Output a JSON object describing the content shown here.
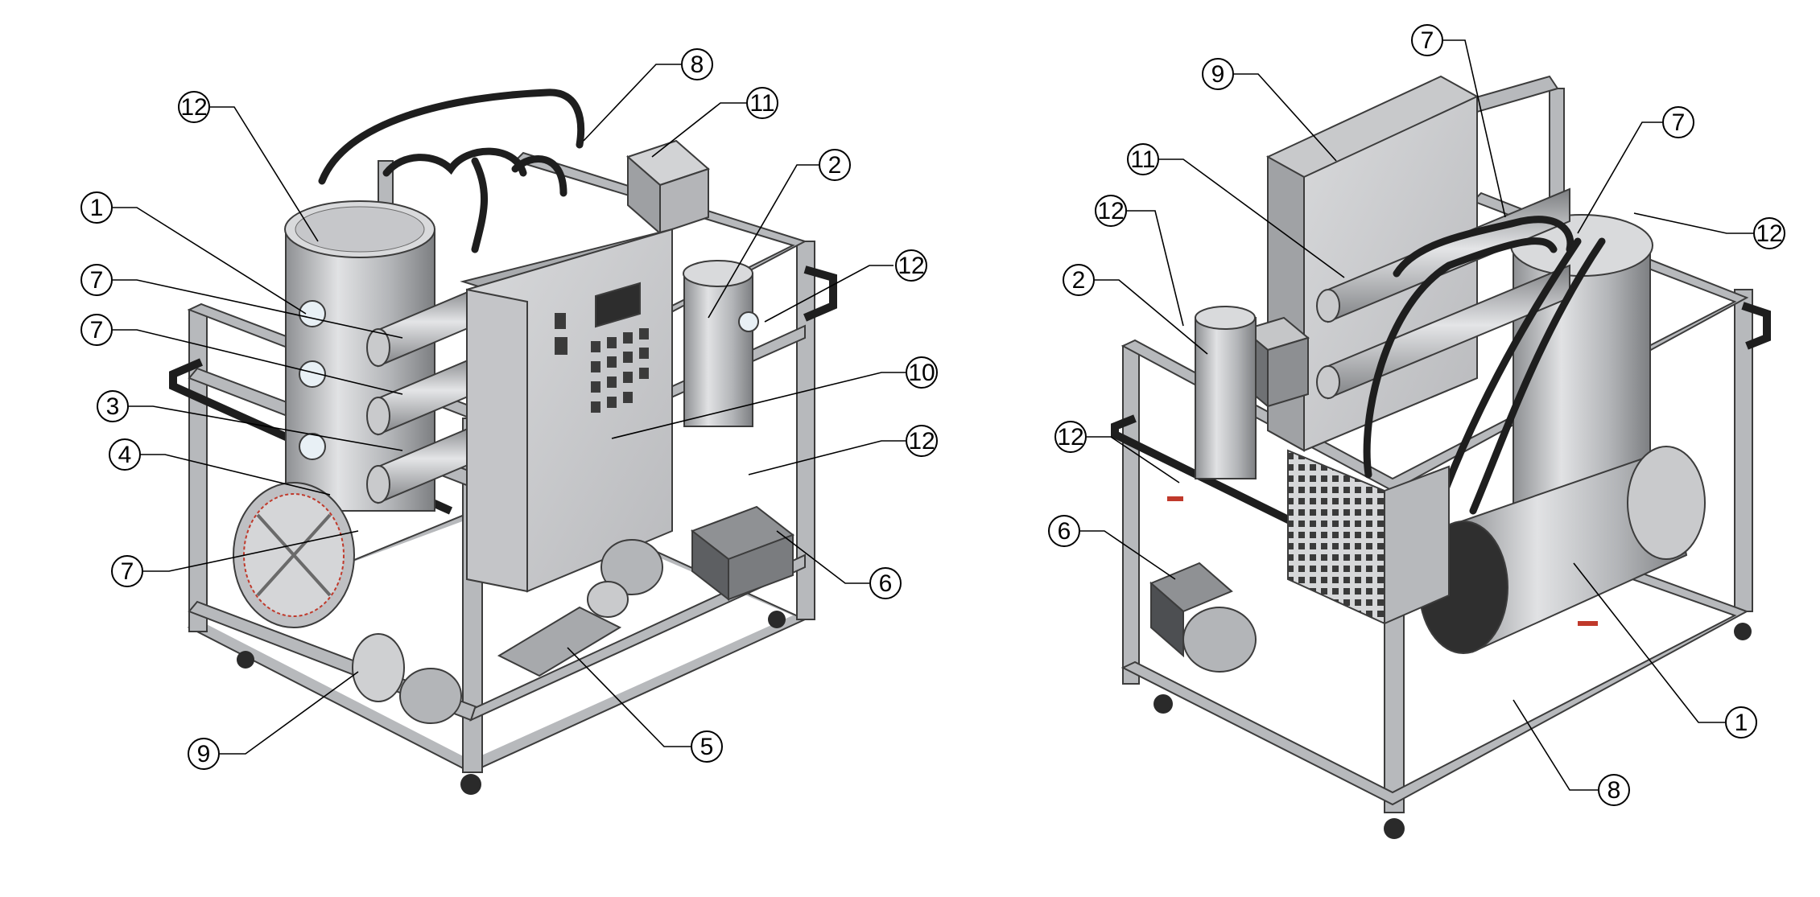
{
  "colors": {
    "frame": "#b7b9bc",
    "frame_edge": "#3c3c3c",
    "panel": "#cfd0d2",
    "tank": "#c9cacc",
    "hose": "#1e1e1e",
    "accent_red": "#c0392b"
  },
  "left_view": {
    "callouts": [
      {
        "id": "L12a",
        "text": "12"
      },
      {
        "id": "L1",
        "text": "1"
      },
      {
        "id": "L7a",
        "text": "7"
      },
      {
        "id": "L7b",
        "text": "7"
      },
      {
        "id": "L3",
        "text": "3"
      },
      {
        "id": "L4",
        "text": "4"
      },
      {
        "id": "L7c",
        "text": "7"
      },
      {
        "id": "L9",
        "text": "9"
      },
      {
        "id": "L5",
        "text": "5"
      },
      {
        "id": "L8",
        "text": "8"
      },
      {
        "id": "L11",
        "text": "11"
      },
      {
        "id": "L2",
        "text": "2"
      },
      {
        "id": "L12b",
        "text": "12"
      },
      {
        "id": "L10",
        "text": "10"
      },
      {
        "id": "L12c",
        "text": "12"
      },
      {
        "id": "L6",
        "text": "6"
      }
    ]
  },
  "right_view": {
    "callouts": [
      {
        "id": "R9",
        "text": "9"
      },
      {
        "id": "R7a",
        "text": "7"
      },
      {
        "id": "R11",
        "text": "11"
      },
      {
        "id": "R7b",
        "text": "7"
      },
      {
        "id": "R12a",
        "text": "12"
      },
      {
        "id": "R12b",
        "text": "12"
      },
      {
        "id": "R2",
        "text": "2"
      },
      {
        "id": "R12c",
        "text": "12"
      },
      {
        "id": "R6",
        "text": "6"
      },
      {
        "id": "R1",
        "text": "1"
      },
      {
        "id": "R8",
        "text": "8"
      }
    ]
  }
}
